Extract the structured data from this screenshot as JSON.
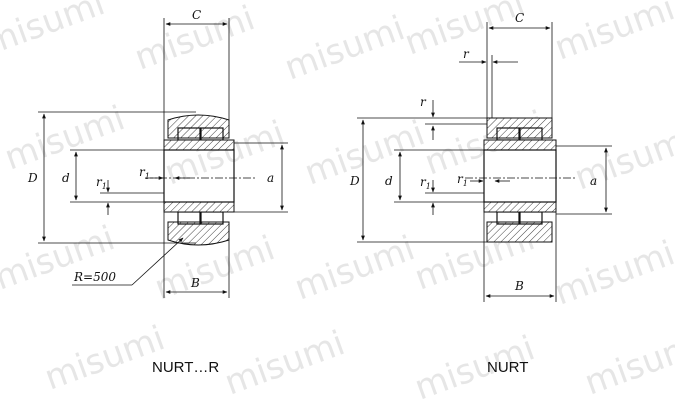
{
  "watermark": "misumi",
  "left_view": {
    "caption": "NURT…R",
    "labels": {
      "C": "C",
      "D": "D",
      "d": "d",
      "r1": "r",
      "r1_sub": "1",
      "r1_inner": "r",
      "r1_inner_sub": "1",
      "a": "a",
      "B": "B"
    },
    "radius_note": "R=500"
  },
  "right_view": {
    "caption": "NURT",
    "labels": {
      "C": "C",
      "r_top": "r",
      "r_side": "r",
      "D": "D",
      "d": "d",
      "r1": "r",
      "r1_sub": "1",
      "r1_inner": "r",
      "r1_inner_sub": "1",
      "a": "a",
      "B": "B"
    }
  }
}
